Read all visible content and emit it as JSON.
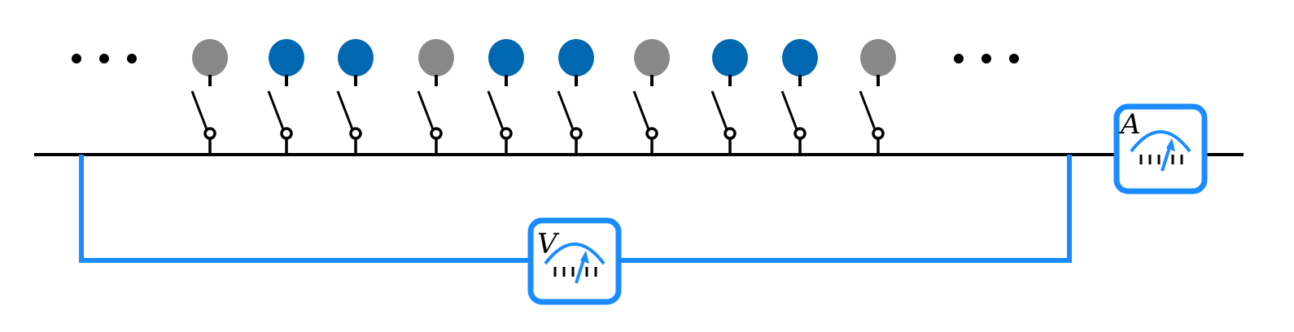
{
  "colors": {
    "line": "#000000",
    "meter": "#1a8cff",
    "active_node": "#0068b0",
    "inactive_node": "#888888"
  },
  "ellipsis": {
    "left_icon": "ellipsis-dots",
    "right_icon": "ellipsis-dots"
  },
  "nodes": [
    {
      "state": "inactive"
    },
    {
      "state": "active"
    },
    {
      "state": "active"
    },
    {
      "state": "inactive"
    },
    {
      "state": "active"
    },
    {
      "state": "active"
    },
    {
      "state": "inactive"
    },
    {
      "state": "active"
    },
    {
      "state": "active"
    },
    {
      "state": "inactive"
    }
  ],
  "ammeter": {
    "label": "A",
    "icon": "ammeter-icon"
  },
  "voltmeter": {
    "label": "V",
    "icon": "voltmeter-icon"
  }
}
